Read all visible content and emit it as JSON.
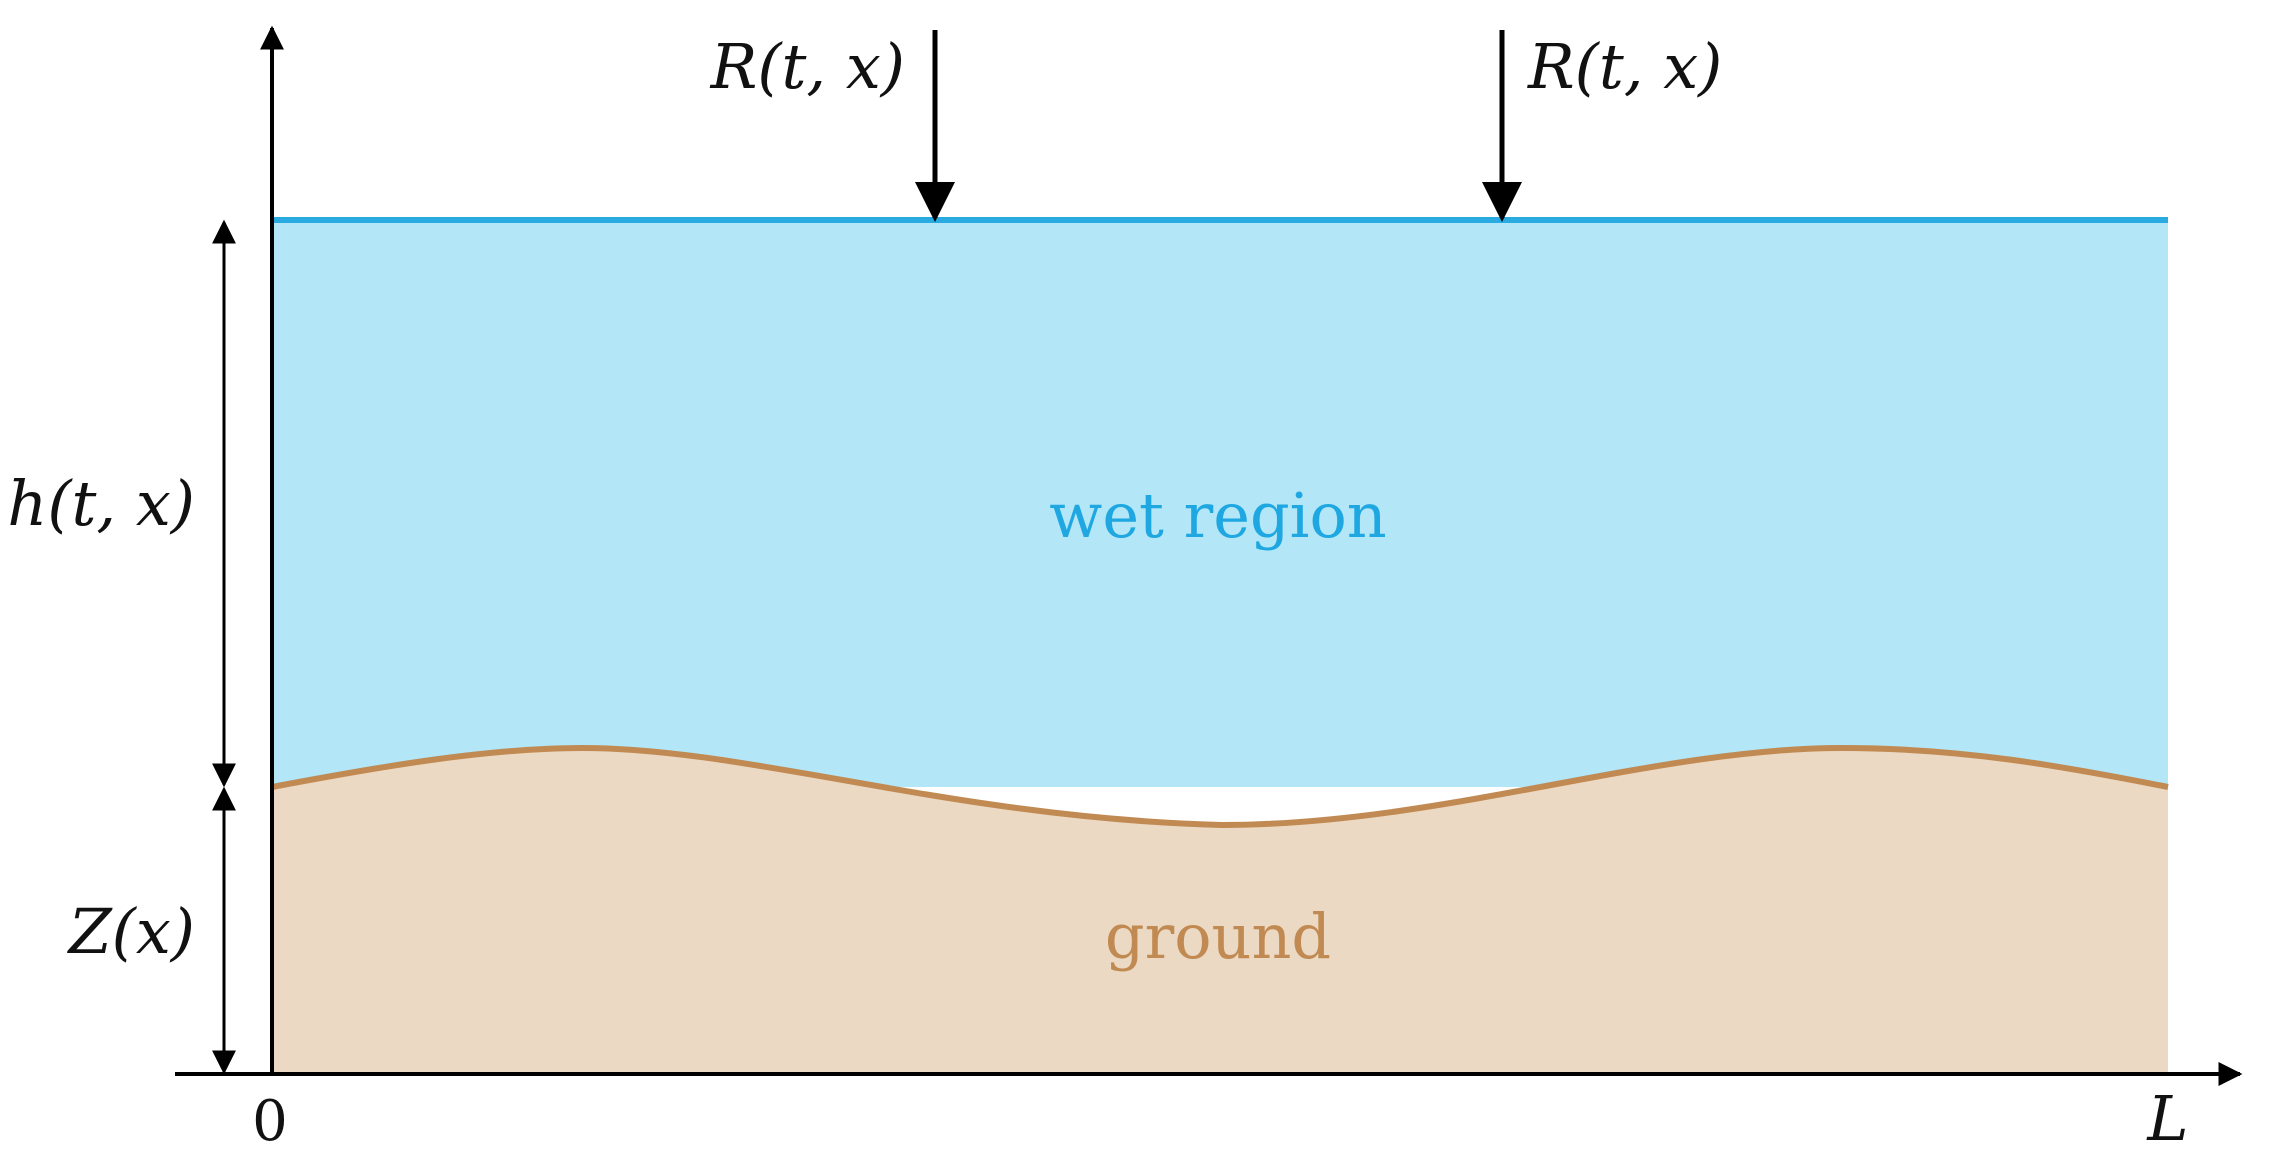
{
  "labels": {
    "rain_left": "R(t, x)",
    "rain_right": "R(t, x)",
    "water_depth": "h(t, x)",
    "bed_elevation": "Z(x)",
    "wet_region": "wet region",
    "ground": "ground",
    "x_origin": "0",
    "x_end": "L"
  },
  "colors": {
    "water_fill": "#b3e6f7",
    "water_surface": "#29abe2",
    "wet_region_text": "#1ea7e1",
    "ground_fill": "#ecd9c3",
    "ground_line": "#c08a52",
    "ground_text": "#c08a52",
    "axis": "#000000"
  }
}
